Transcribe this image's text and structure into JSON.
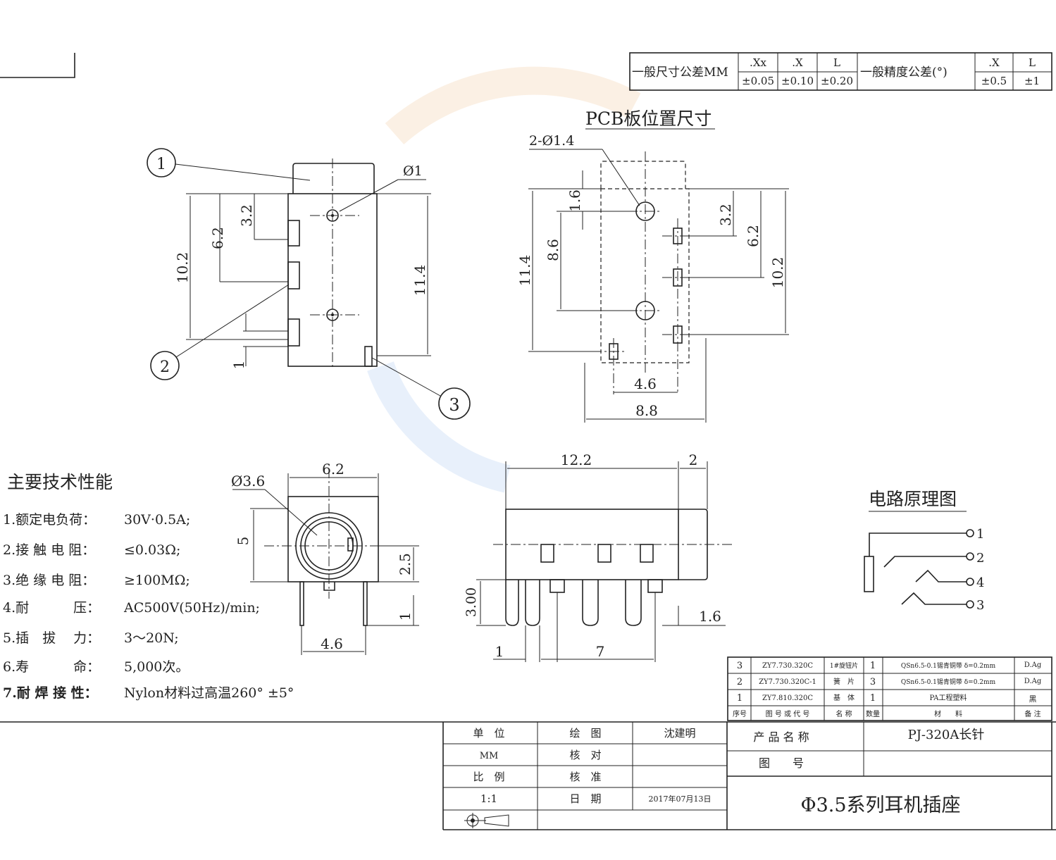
{
  "tolerance": {
    "linear_label": "一般尺寸公差MM",
    "linear_cols": [
      {
        "head": ".Xx",
        "val": "±0.05"
      },
      {
        "head": ".X",
        "val": "±0.10"
      },
      {
        "head": "L",
        "val": "±0.20"
      }
    ],
    "angle_label": "一般精度公差(°)",
    "angle_cols": [
      {
        "head": ".X",
        "val": "±0.5"
      },
      {
        "head": "L",
        "val": "±1"
      }
    ]
  },
  "pcb": {
    "title": "PCB板位置尺寸",
    "hole_note": "2-Ø1.4",
    "dims": [
      "1.6",
      "8.6",
      "11.4",
      "3.2",
      "6.2",
      "10.2",
      "4.6",
      "8.8"
    ]
  },
  "side_view": {
    "callouts": [
      "1",
      "2",
      "3"
    ],
    "hole_note": "Ø1",
    "dims": [
      "3.2",
      "6.2",
      "10.2",
      "11.4",
      "1"
    ]
  },
  "front_view": {
    "dims": [
      "Ø3.6",
      "6.2",
      "5",
      "2.5",
      "1",
      "4.6"
    ]
  },
  "bottom_view": {
    "dims": [
      "12.2",
      "2",
      "3.00",
      "1.6",
      "1",
      "7"
    ]
  },
  "circuit": {
    "title": "电路原理图",
    "pins": [
      "1",
      "2",
      "4",
      "3"
    ]
  },
  "specs": {
    "title": "主要技术性能",
    "items": [
      {
        "label": "1.额定电负荷：",
        "value": "30V·0.5A;"
      },
      {
        "label": "2.接 触 电 阻：",
        "value": "≤0.03Ω;"
      },
      {
        "label": "3.绝 缘 电 阻：",
        "value": "≥100MΩ;"
      },
      {
        "label": "4.耐　　　 压：",
        "value": "AC500V(50Hz)/min;"
      },
      {
        "label": "5.插　拔　 力：",
        "value": "3～20N;"
      },
      {
        "label": "6.寿　　　 命：",
        "value": "5,000次。"
      },
      {
        "label": "7.耐 焊 接 性：",
        "value": "Nylon材料过高温260° ±5°"
      }
    ]
  },
  "bom": {
    "rows": [
      {
        "no": "3",
        "code": "ZY7.730.320C",
        "name": "1#旋钮片",
        "qty": "1",
        "material": "QSn6.5-0.1锡青铜带 δ=0.2mm",
        "note": "D.Ag"
      },
      {
        "no": "2",
        "code": "ZY7.730.320C-1",
        "name": "簧　片",
        "qty": "3",
        "material": "QSn6.5-0.1锡青铜带 δ=0.2mm",
        "note": "D.Ag"
      },
      {
        "no": "1",
        "code": "ZY7.810.320C",
        "name": "基　体",
        "qty": "1",
        "material": "PA工程塑料",
        "note": "黑"
      }
    ],
    "headers": {
      "no": "序号",
      "code": "图 号 或 代 号",
      "name": "名 称",
      "qty": "数量",
      "material": "材　　料",
      "note": "备 注"
    }
  },
  "title_block": {
    "unit_label": "单　位",
    "unit_value": "MM",
    "scale_label": "比　例",
    "scale_value": "1:1",
    "draw_label": "绘　图",
    "draw_value": "沈建明",
    "check_label": "核　对",
    "approve_label": "核　准",
    "date_label": "日　期",
    "date_value": "2017年07月13日",
    "product_label": "产 品 名 称",
    "product_value": "PJ-320A长针",
    "drawing_no_label": "图　　号",
    "series_title": "Φ3.5系列耳机插座"
  }
}
